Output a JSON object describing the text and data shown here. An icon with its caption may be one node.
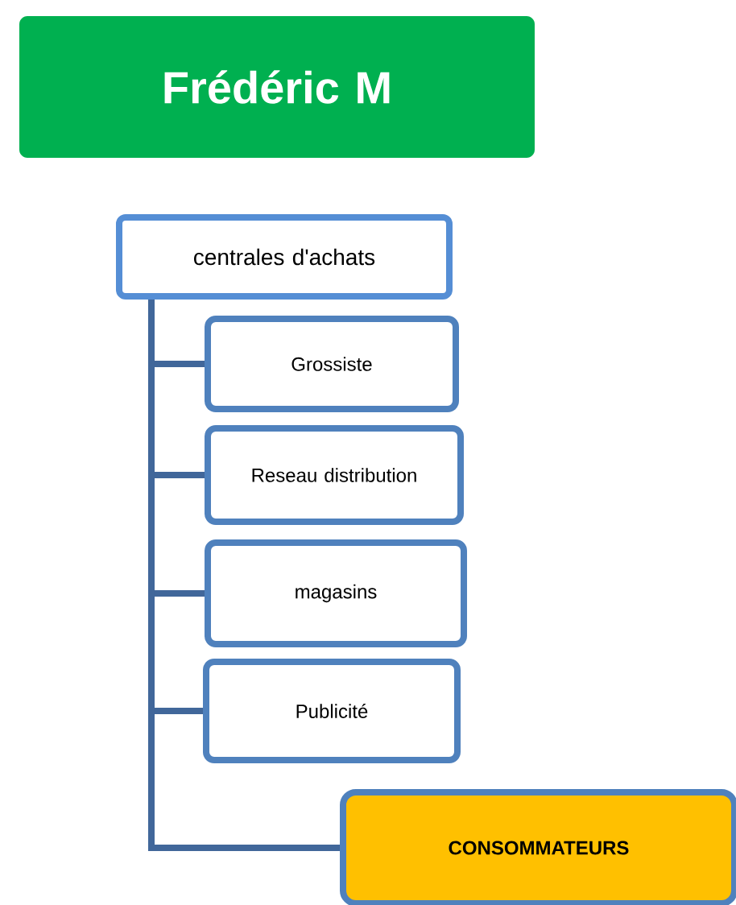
{
  "diagram": {
    "nodes": [
      {
        "text": [
          "Frédéric M"
        ]
      },
      {
        "text": [
          "centrales d'achats"
        ]
      },
      {
        "text": [
          "Grossiste"
        ]
      },
      {
        "text": [
          "Reseau distribution"
        ]
      },
      {
        "text": [
          "magasins"
        ]
      },
      {
        "text": [
          "Publicité"
        ]
      },
      {
        "text": [
          "CONSOMMATEURS"
        ]
      }
    ],
    "edges": [
      {
        "from": 1,
        "to": 2,
        "arrow": "none"
      },
      {
        "from": 1,
        "to": 3,
        "arrow": "none"
      },
      {
        "from": 1,
        "to": 4,
        "arrow": "none"
      },
      {
        "from": 1,
        "to": 5,
        "arrow": "none"
      },
      {
        "from": 1,
        "to": 6,
        "arrow": "none"
      }
    ]
  }
}
